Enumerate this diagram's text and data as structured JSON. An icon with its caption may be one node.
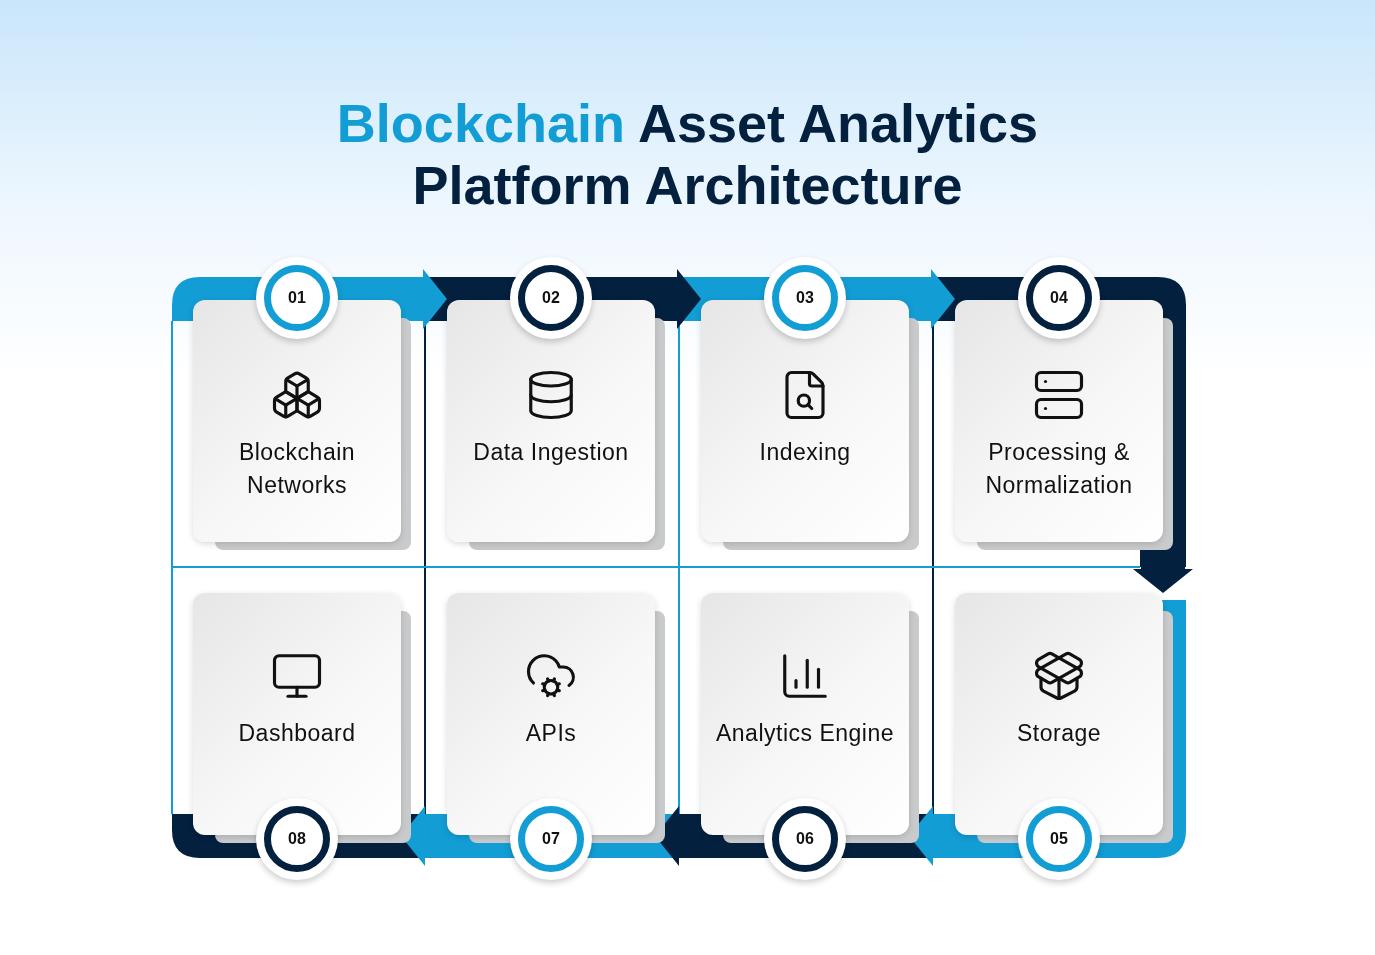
{
  "diagram": {
    "title": "Blockchain Asset Analytics Platform Architecture",
    "nodes": [
      {
        "text": [
          "01",
          "Blockchain Networks"
        ]
      },
      {
        "text": [
          "02",
          "Data Ingestion"
        ]
      },
      {
        "text": [
          "03",
          "Indexing"
        ]
      },
      {
        "text": [
          "04",
          "Processing & Normalization"
        ]
      },
      {
        "text": [
          "Dashboard",
          "08"
        ]
      },
      {
        "text": [
          "APIs",
          "07"
        ]
      },
      {
        "text": [
          "Analytics Engine",
          "06"
        ]
      },
      {
        "text": [
          "Storage",
          "05"
        ]
      }
    ],
    "edges": [
      {
        "from": 0,
        "to": 1,
        "arrow": "to"
      },
      {
        "from": 1,
        "to": 2,
        "arrow": "to",
        "color": "#03203f"
      },
      {
        "from": 2,
        "to": 3,
        "arrow": "to"
      },
      {
        "from": 3,
        "to": 7,
        "arrow": "to",
        "color": "#03203f"
      },
      {
        "from": 7,
        "to": 6,
        "arrow": "to"
      },
      {
        "from": 6,
        "to": 5,
        "arrow": "to",
        "color": "#03203f"
      },
      {
        "from": 5,
        "to": 4,
        "arrow": "to"
      }
    ]
  }
}
